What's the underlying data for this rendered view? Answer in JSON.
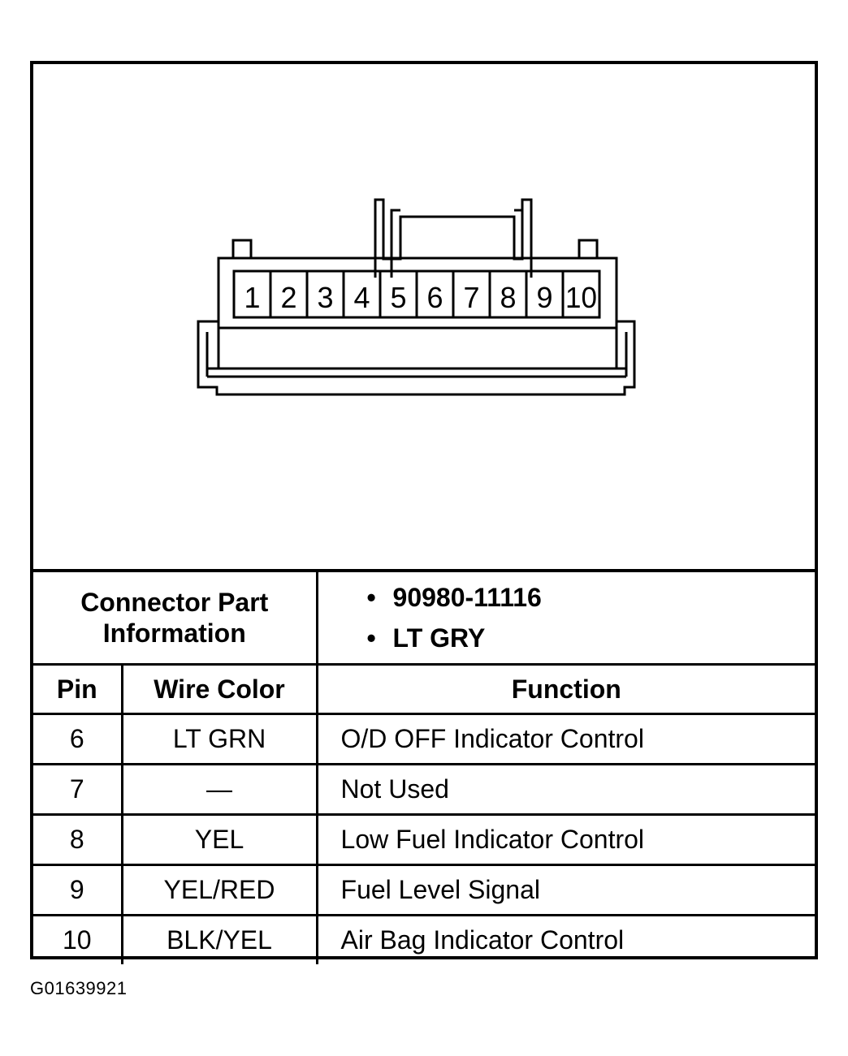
{
  "connector": {
    "pins": [
      "1",
      "2",
      "3",
      "4",
      "5",
      "6",
      "7",
      "8",
      "9",
      "10"
    ]
  },
  "part_info": {
    "label_line1": "Connector Part",
    "label_line2": "Information",
    "values": [
      "90980-11116",
      "LT GRY"
    ],
    "bullet": "•"
  },
  "table": {
    "headers": {
      "pin": "Pin",
      "wire_color": "Wire Color",
      "function": "Function"
    },
    "rows": [
      {
        "pin": "6",
        "wire_color": "LT GRN",
        "function": "O/D OFF Indicator Control"
      },
      {
        "pin": "7",
        "wire_color": "—",
        "function": "Not Used"
      },
      {
        "pin": "8",
        "wire_color": "YEL",
        "function": "Low Fuel Indicator Control"
      },
      {
        "pin": "9",
        "wire_color": "YEL/RED",
        "function": "Fuel Level Signal"
      },
      {
        "pin": "10",
        "wire_color": "BLK/YEL",
        "function": "Air Bag Indicator Control"
      }
    ]
  },
  "figure_id": "G01639921"
}
